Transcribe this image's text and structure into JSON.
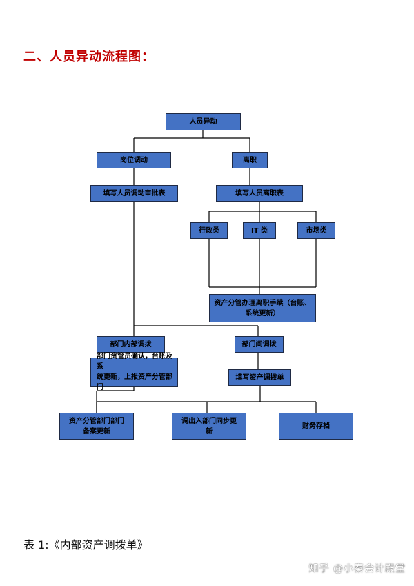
{
  "heading": "二、人员异动流程图：",
  "flowchart": {
    "root": "人员异动",
    "post_transfer": "岗位调动",
    "resignation": "离职",
    "fill_transfer_form": "填写人员调动审批表",
    "fill_resignation_form": "填写人员离职表",
    "dept_admin": "行政类",
    "dept_it": "IT 类",
    "dept_market": "市场类",
    "asset_handover": "资产分管办理离职手续（台账、\n系统更新）",
    "internal_transfer": "部门内部调拨",
    "inter_dept_transfer": "部门间调拨",
    "asset_admin_confirm": "部门资管员确认，台账及系\n统更新，上报资产分管部门",
    "fill_asset_transfer_form": "填写资产调拨单",
    "asset_dept_record": "资产分管部门部门\n备案更新",
    "sync_update": "调出入部门同步更\n新",
    "finance_archive": "财务存档"
  },
  "table_caption": "表 1:《内部资产调拨单》",
  "watermark": "知乎 @小秦会计殿堂",
  "colors": {
    "heading": "#c00000",
    "node_fill": "#4472c4",
    "node_border": "#1f2a44",
    "connector": "#000000"
  }
}
